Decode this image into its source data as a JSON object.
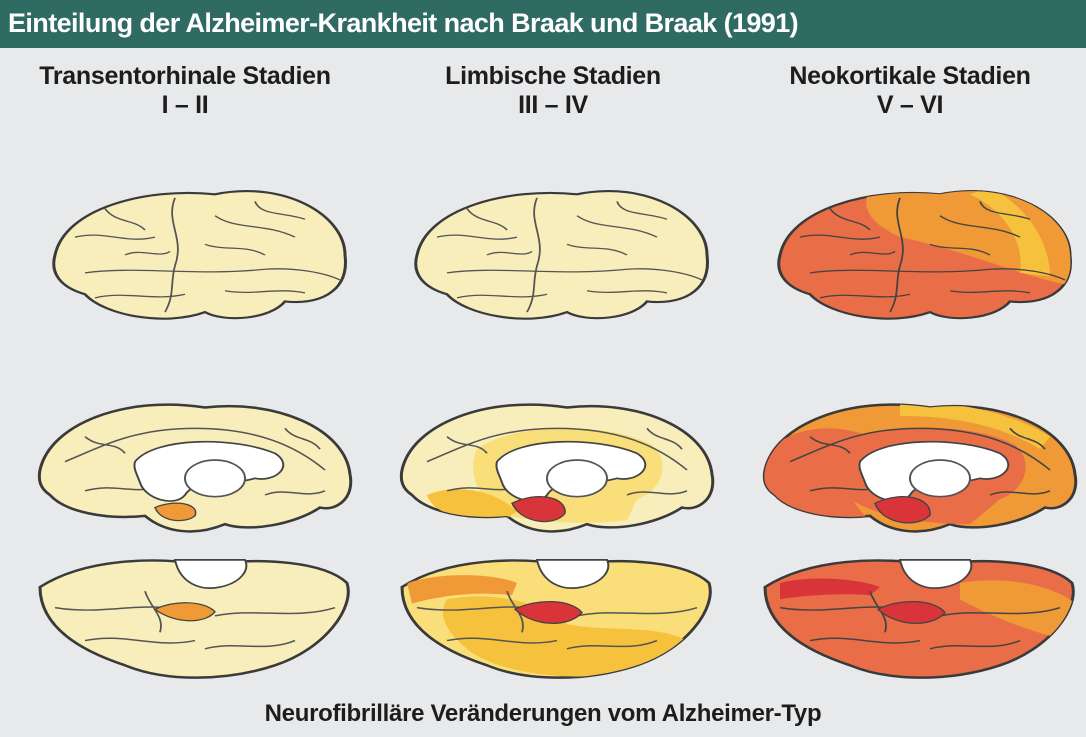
{
  "title": "Einteilung der Alzheimer-Krankheit nach Braak und Braak (1991)",
  "columns": [
    {
      "name": "Transentorhinale Stadien",
      "stages": "I – II"
    },
    {
      "name": "Limbische Stadien",
      "stages": "III – IV"
    },
    {
      "name": "Neokortikale Stadien",
      "stages": "V – VI"
    }
  ],
  "footer": "Neurofibrilläre Veränderungen vom Alzheimer-Typ",
  "colors": {
    "header_bg": "#2f6b62",
    "background": "#e8e9ea",
    "unaffected": "#f8eebb",
    "light_yellow": "#f9de7a",
    "yellow": "#f6c13c",
    "orange": "#ef9a36",
    "red_orange": "#e96e48",
    "red": "#d9343a"
  }
}
